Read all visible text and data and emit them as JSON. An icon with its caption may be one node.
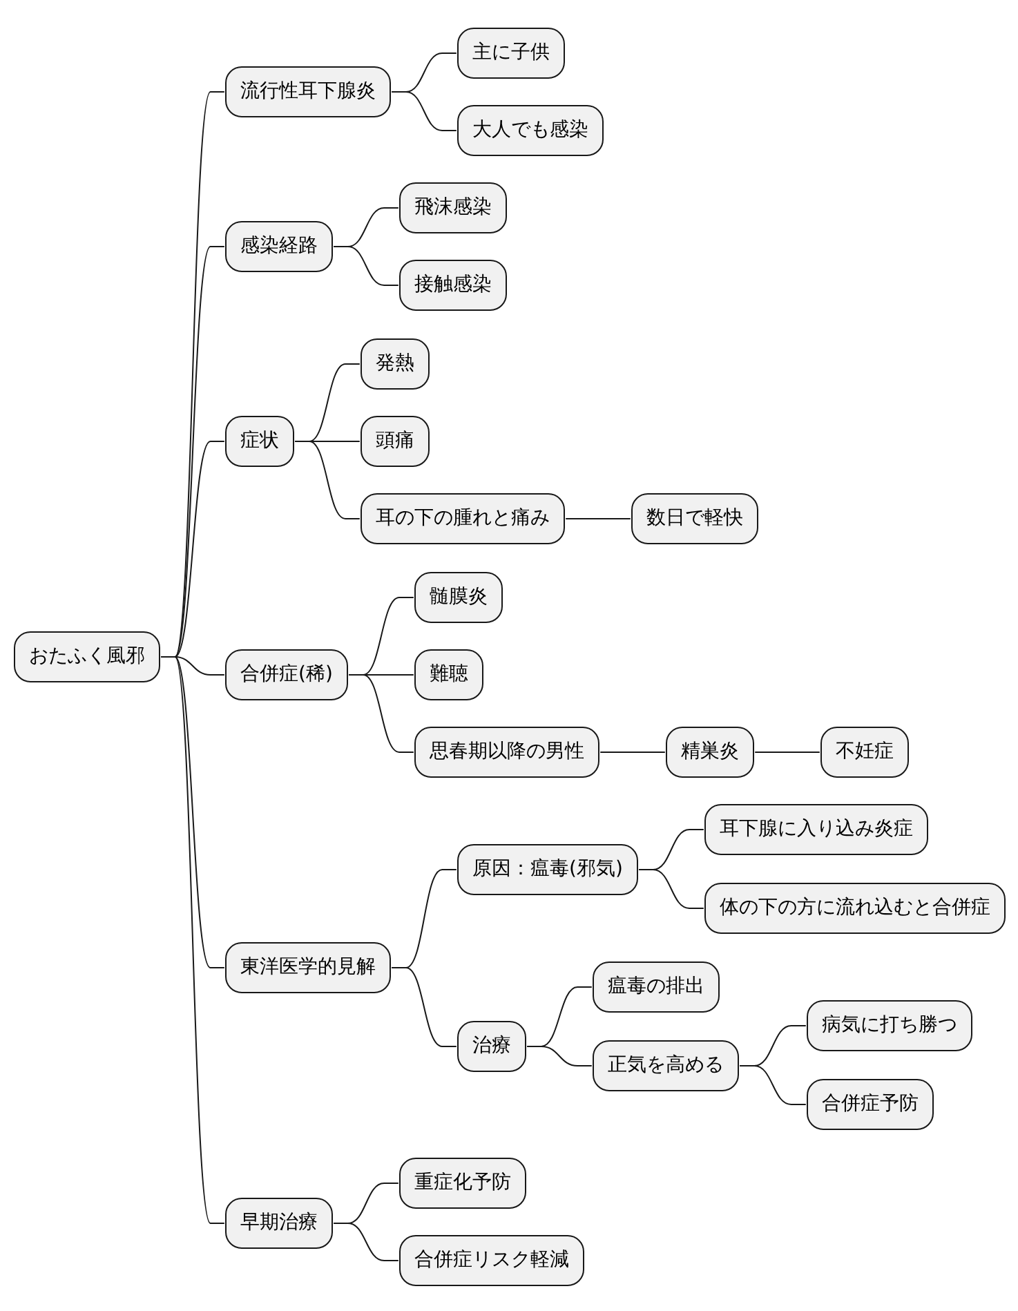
{
  "diagram": {
    "nodes": [
      {
        "text": [
          "おたふく風邪"
        ]
      },
      {
        "text": [
          "流行性耳下腺炎"
        ]
      },
      {
        "text": [
          "主に子供"
        ]
      },
      {
        "text": [
          "大人でも感染"
        ]
      },
      {
        "text": [
          "感染経路"
        ]
      },
      {
        "text": [
          "飛沫感染"
        ]
      },
      {
        "text": [
          "接触感染"
        ]
      },
      {
        "text": [
          "症状"
        ]
      },
      {
        "text": [
          "発熱"
        ]
      },
      {
        "text": [
          "頭痛"
        ]
      },
      {
        "text": [
          "耳の下の腫れと痛み"
        ]
      },
      {
        "text": [
          "数日で軽快"
        ]
      },
      {
        "text": [
          "合併症(稀)"
        ]
      },
      {
        "text": [
          "髄膜炎"
        ]
      },
      {
        "text": [
          "難聴"
        ]
      },
      {
        "text": [
          "思春期以降の男性"
        ]
      },
      {
        "text": [
          "精巣炎"
        ]
      },
      {
        "text": [
          "不妊症"
        ]
      },
      {
        "text": [
          "東洋医学的見解"
        ]
      },
      {
        "text": [
          "原因：瘟毒(邪気)"
        ]
      },
      {
        "text": [
          "耳下腺に入り込み炎症"
        ]
      },
      {
        "text": [
          "体の下の方に流れ込むと合併症"
        ]
      },
      {
        "text": [
          "治療"
        ]
      },
      {
        "text": [
          "瘟毒の排出"
        ]
      },
      {
        "text": [
          "正気を高める"
        ]
      },
      {
        "text": [
          "病気に打ち勝つ"
        ]
      },
      {
        "text": [
          "合併症予防"
        ]
      },
      {
        "text": [
          "早期治療"
        ]
      },
      {
        "text": [
          "重症化予防"
        ]
      },
      {
        "text": [
          "合併症リスク軽減"
        ]
      }
    ],
    "edges": [
      {
        "from": 0,
        "to": 1,
        "arrow": "none"
      },
      {
        "from": 1,
        "to": 2,
        "arrow": "none"
      },
      {
        "from": 1,
        "to": 3,
        "arrow": "none"
      },
      {
        "from": 0,
        "to": 4,
        "arrow": "none"
      },
      {
        "from": 4,
        "to": 5,
        "arrow": "none"
      },
      {
        "from": 4,
        "to": 6,
        "arrow": "none"
      },
      {
        "from": 0,
        "to": 7,
        "arrow": "none"
      },
      {
        "from": 7,
        "to": 8,
        "arrow": "none"
      },
      {
        "from": 7,
        "to": 9,
        "arrow": "none"
      },
      {
        "from": 7,
        "to": 10,
        "arrow": "none"
      },
      {
        "from": 10,
        "to": 11,
        "arrow": "none"
      },
      {
        "from": 0,
        "to": 12,
        "arrow": "none"
      },
      {
        "from": 12,
        "to": 13,
        "arrow": "none"
      },
      {
        "from": 12,
        "to": 14,
        "arrow": "none"
      },
      {
        "from": 12,
        "to": 15,
        "arrow": "none"
      },
      {
        "from": 15,
        "to": 16,
        "arrow": "none"
      },
      {
        "from": 16,
        "to": 17,
        "arrow": "none"
      },
      {
        "from": 0,
        "to": 18,
        "arrow": "none"
      },
      {
        "from": 18,
        "to": 19,
        "arrow": "none"
      },
      {
        "from": 19,
        "to": 20,
        "arrow": "none"
      },
      {
        "from": 19,
        "to": 21,
        "arrow": "none"
      },
      {
        "from": 18,
        "to": 22,
        "arrow": "none"
      },
      {
        "from": 22,
        "to": 23,
        "arrow": "none"
      },
      {
        "from": 22,
        "to": 24,
        "arrow": "none"
      },
      {
        "from": 24,
        "to": 25,
        "arrow": "none"
      },
      {
        "from": 24,
        "to": 26,
        "arrow": "none"
      },
      {
        "from": 0,
        "to": 27,
        "arrow": "none"
      },
      {
        "from": 27,
        "to": 28,
        "arrow": "none"
      },
      {
        "from": 27,
        "to": 29,
        "arrow": "none"
      }
    ]
  }
}
